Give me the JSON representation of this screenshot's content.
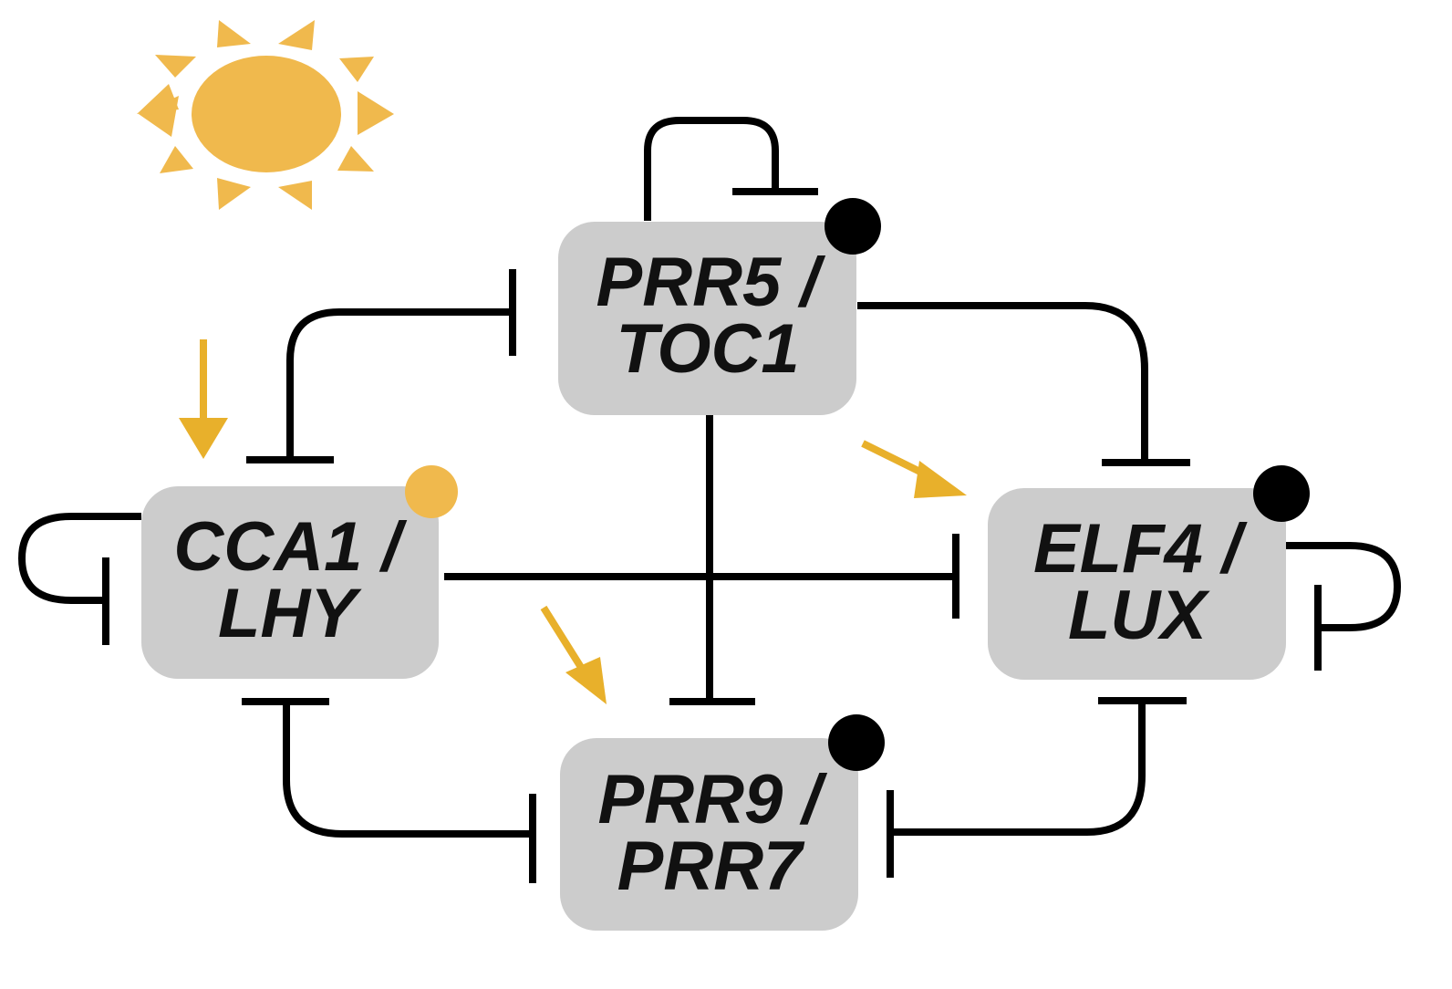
{
  "nodes": [
    {
      "id": "prr5-toc1",
      "line1": "PRR5 /",
      "line2": "TOC1"
    },
    {
      "id": "cca1-lhy",
      "line1": "CCA1 /",
      "line2": "LHY"
    },
    {
      "id": "elf4-lux",
      "line1": "ELF4 /",
      "line2": "LUX"
    },
    {
      "id": "prr9-prr7",
      "line1": "PRR9 /",
      "line2": "PRR7"
    }
  ],
  "colors": {
    "light": "#e8b02b",
    "sun": "#f0b94d",
    "node_fill": "#cccccc",
    "edge": "#000000",
    "marker_dot": "#000000"
  },
  "icons": {
    "sun": "sun-icon"
  }
}
